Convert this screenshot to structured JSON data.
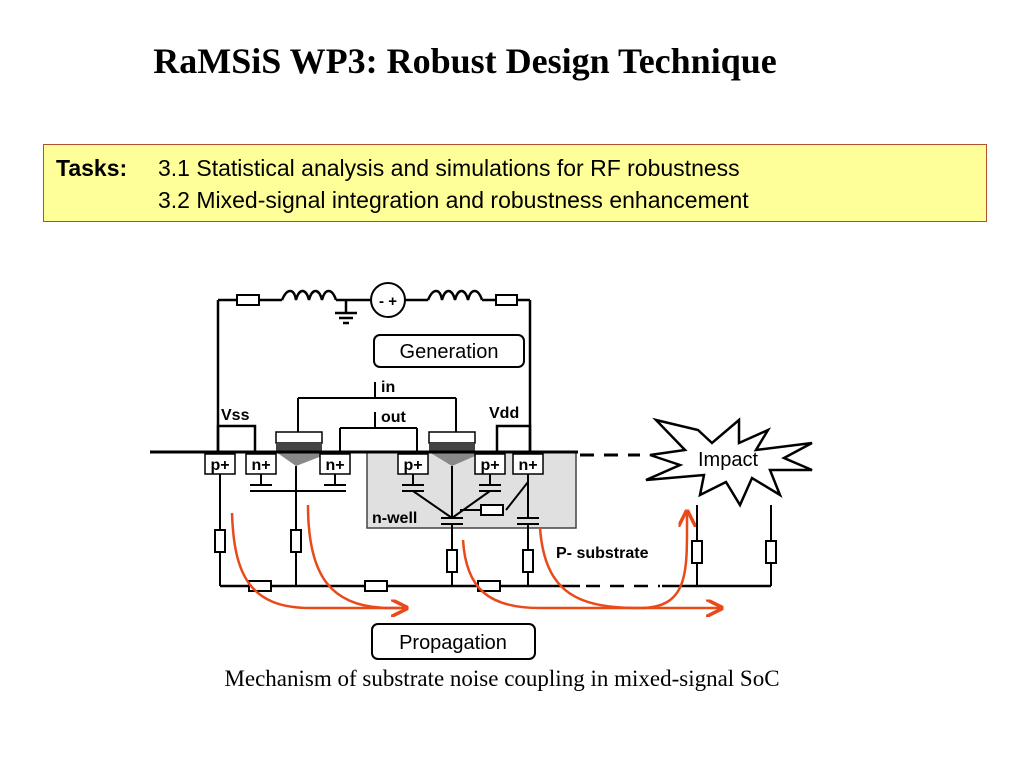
{
  "title": "RaMSiS WP3: Robust Design Technique",
  "tasks": {
    "label": "Tasks:",
    "items": [
      "3.1 Statistical analysis and simulations for RF robustness",
      "3.2 Mixed-signal integration and robustness enhancement"
    ]
  },
  "diagram": {
    "source_symbol": "- +",
    "generation": "Generation",
    "propagation": "Propagation",
    "impact": "Impact",
    "in": "in",
    "out": "out",
    "vss": "Vss",
    "vdd": "Vdd",
    "p1": "p+",
    "n1": "n+",
    "n2": "n+",
    "p2": "p+",
    "p3": "p+",
    "n3": "n+",
    "nwell": "n-well",
    "psub": "P- substrate"
  },
  "caption": "Mechanism of substrate noise coupling in mixed-signal SoC",
  "colors": {
    "tasks_bg": "#ffff99",
    "tasks_border": "#b05030",
    "arrow": "#e84a1a",
    "nwell_fill": "#e0e0e0"
  }
}
